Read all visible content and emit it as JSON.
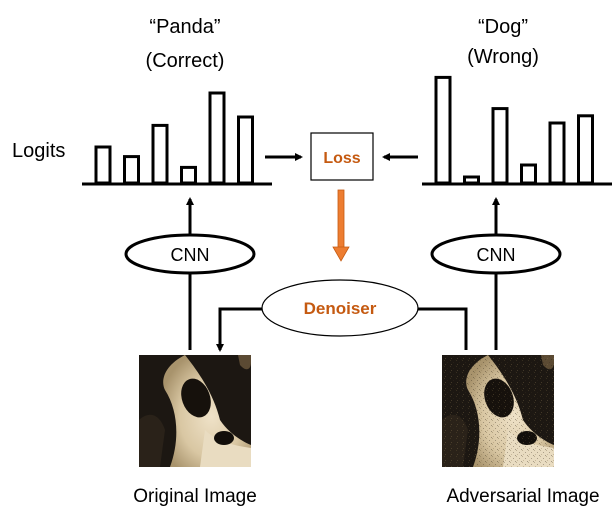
{
  "labels": {
    "left_class_name": "“Panda”",
    "left_class_status": "(Correct)",
    "right_class_name": "“Dog”",
    "right_class_status": "(Wrong)",
    "logits": "Logits",
    "loss": "Loss",
    "denoiser": "Denoiser",
    "cnn_left": "CNN",
    "cnn_right": "CNN",
    "original_caption": "Original Image",
    "adversarial_caption": "Adversarial Image"
  },
  "logits": {
    "left_panda_correct": [
      3,
      2.2,
      4.8,
      1.3,
      7.5,
      5.5
    ],
    "right_dog_wrong": [
      8.8,
      0.5,
      6.2,
      1.5,
      5,
      5.6
    ]
  },
  "colors": {
    "accent": "#C55A11",
    "arrow_orange": "#ED7D31",
    "line": "#000000"
  },
  "icons": {
    "original_image": "panda-photo",
    "adversarial_image": "panda-photo-perturbed"
  }
}
